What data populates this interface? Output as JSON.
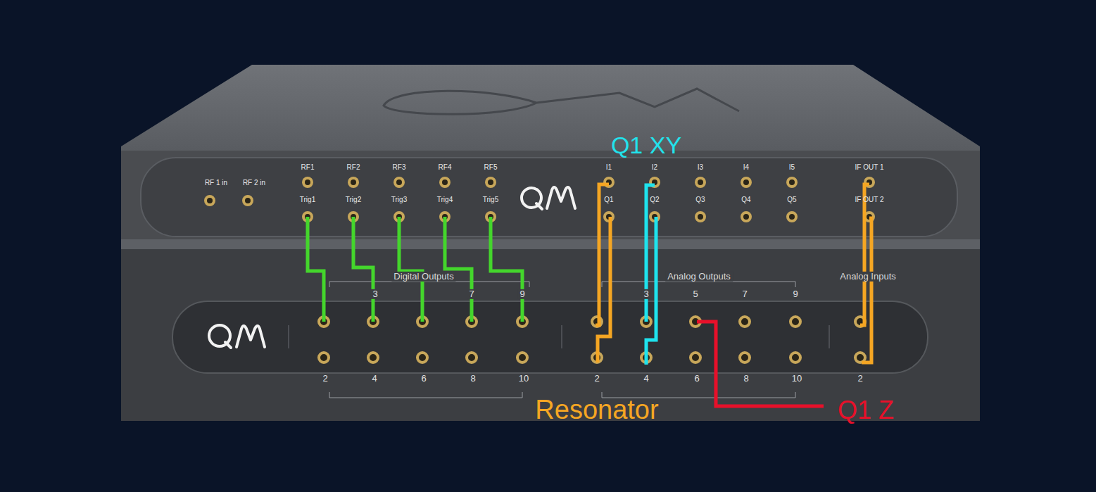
{
  "diagram": {
    "labels": [
      "RF 1 in",
      "RF 2 in",
      "RF1",
      "RF2",
      "RF3",
      "RF4",
      "RF5",
      "I1",
      "I2",
      "I3",
      "I4",
      "I5",
      "IF OUT 1",
      "Trig1",
      "Trig2",
      "Trig3",
      "Trig4",
      "Trig5",
      "Q1",
      "Q2",
      "Q3",
      "Q4",
      "Q5",
      "IF OUT 2",
      "Q1 XY",
      "Digital Outputs",
      "Analog Outputs",
      "Analog Inputs",
      "3",
      "7",
      "9",
      "3",
      "5",
      "7",
      "9",
      "2",
      "4",
      "6",
      "8",
      "10",
      "2",
      "4",
      "6",
      "8",
      "10",
      "2",
      "Resonator",
      "Q1 Z"
    ]
  }
}
